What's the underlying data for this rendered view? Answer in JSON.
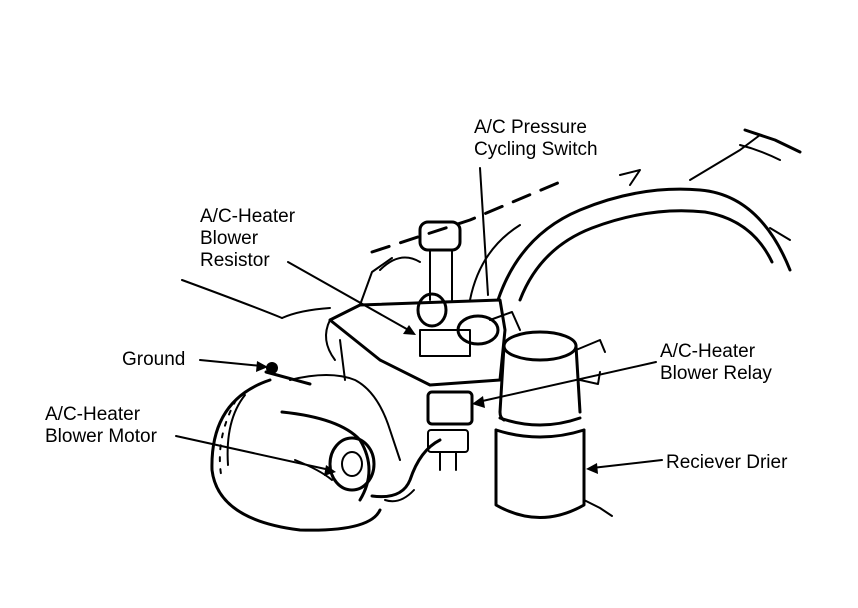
{
  "labels": {
    "pressure_switch": [
      "A/C Pressure",
      "Cycling Switch"
    ],
    "blower_resistor": [
      "A/C-Heater",
      "Blower",
      "Resistor"
    ],
    "ground": "Ground",
    "blower_relay": [
      "A/C-Heater",
      "Blower Relay"
    ],
    "blower_motor": [
      "A/C-Heater",
      "Blower Motor"
    ],
    "receiver_drier": "Reciever Drier"
  },
  "colors": {
    "ink": "#000000",
    "background": "#ffffff"
  }
}
